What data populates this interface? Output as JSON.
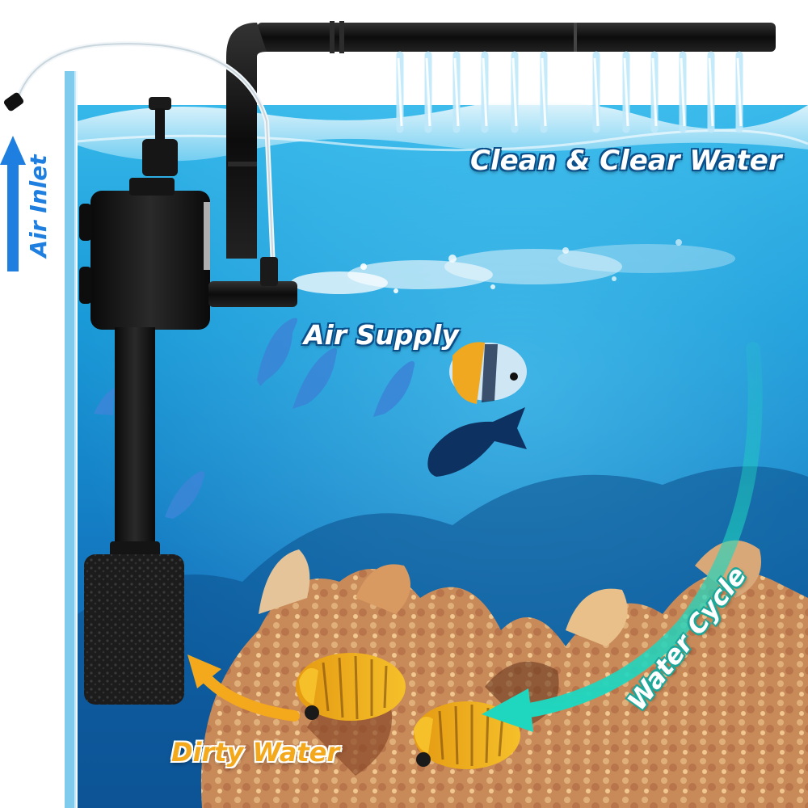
{
  "labels": {
    "clean_water": "Clean & Clear Water",
    "air_supply": "Air Supply",
    "air_inlet": "Air Inlet",
    "water_cycle": "Water Cycle",
    "dirty_water": "Dirty Water"
  },
  "colors": {
    "water_deep": "#0f5aa3",
    "water_mid": "#1a9ad8",
    "water_surface": "#36b8ea",
    "filter_body": "#141414",
    "sponge": "#1c1c1c",
    "air_inlet_arrow": "#1e7fe0",
    "dirty_water_arrow": "#f4a81c",
    "water_cycle_arrow": "#1fd6bf",
    "label_outline": "#0b4f8a"
  },
  "icons": {
    "air_inlet_arrow": "arrow-up-icon",
    "dirty_water_arrow": "curved-arrow-left-icon",
    "water_cycle_arrow": "curved-arrow-down-icon"
  }
}
